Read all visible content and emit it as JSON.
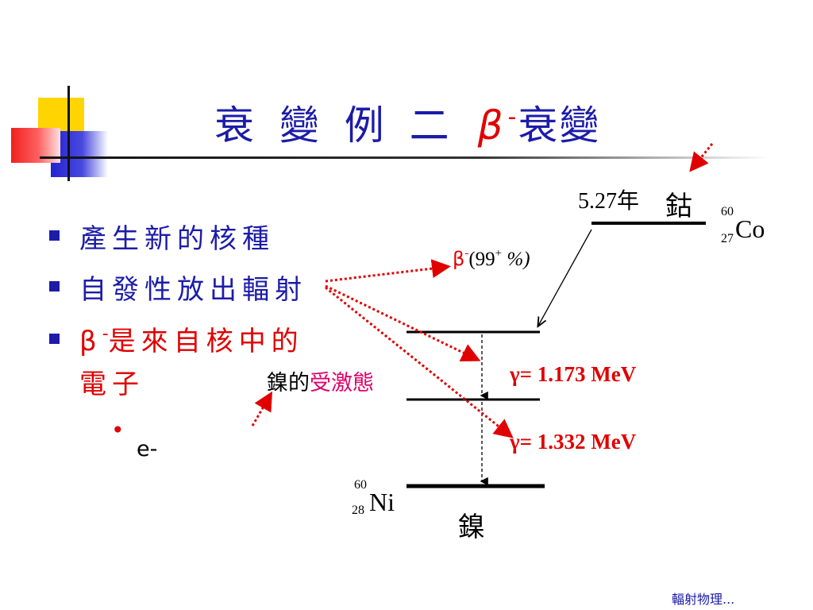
{
  "title": {
    "main": "衰 變 例 二",
    "beta": "β",
    "superscript": "-",
    "rest": "衰變"
  },
  "bullets": [
    {
      "text": "產生新的核種"
    },
    {
      "text": "自發性放出輻射"
    },
    {
      "beta": "β",
      "superscript": "-",
      "text": "是來自核中的",
      "continuation": "電子"
    }
  ],
  "electron": {
    "dot": "•",
    "label": "e-"
  },
  "diagram": {
    "cobalt": {
      "halflife": "5.27年",
      "name_cn": "鈷",
      "mass": "60",
      "atomic": "27",
      "symbol": "Co"
    },
    "beta_branch": {
      "symbol": "β",
      "sup": "-",
      "open": "(99",
      "plus": "+",
      "close": " %)"
    },
    "excited_label": {
      "prefix": "鎳的",
      "highlight": "受激態"
    },
    "gamma1": "γ= 1.173 MeV",
    "gamma2": "γ= 1.332 MeV",
    "nickel": {
      "mass": "60",
      "atomic": "28",
      "symbol": "Ni",
      "name_cn": "鎳"
    }
  },
  "footer": "輻射物理...",
  "colors": {
    "title_blue": "#1c1ca8",
    "accent_red": "#e00000",
    "excited_pink": "#e0006a",
    "deco_yellow": "#ffd000",
    "deco_blue": "#3a3ad8"
  }
}
